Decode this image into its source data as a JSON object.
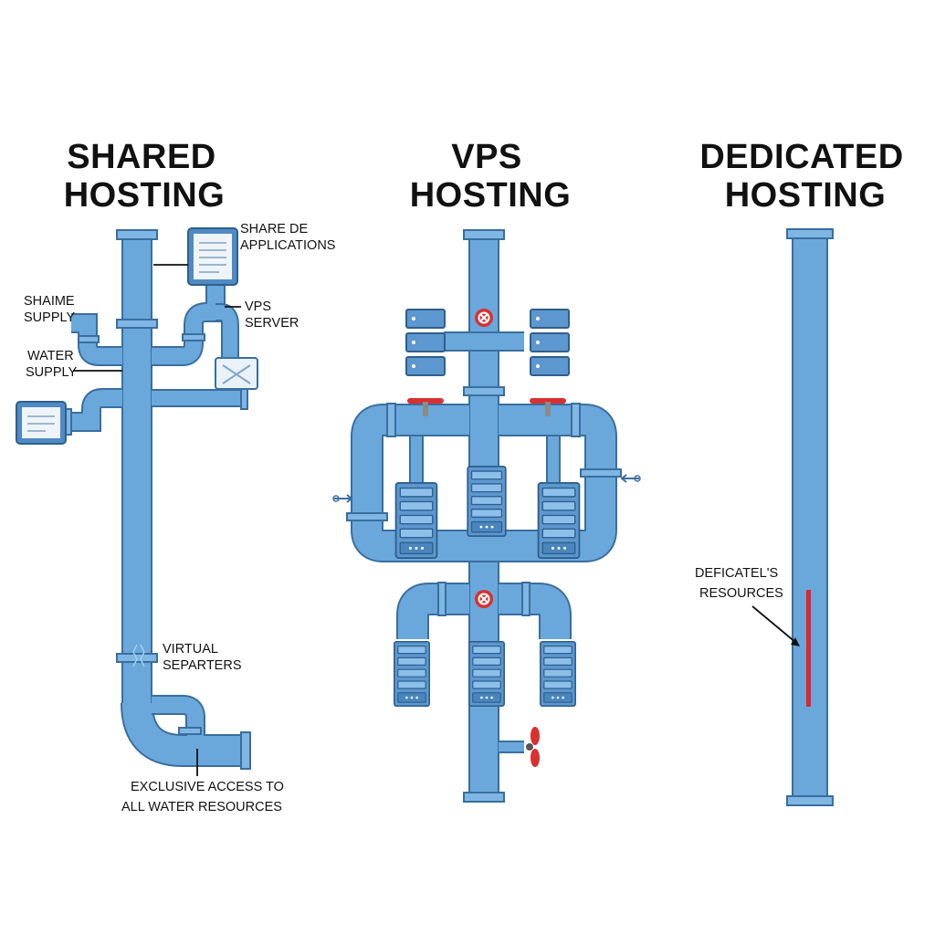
{
  "columns": [
    {
      "title_lines": [
        "SHARED",
        "HOSTING"
      ],
      "labels": {
        "share_apps": [
          "SHARE DE",
          "APPLICATIONS"
        ],
        "shaime_supply": [
          "SHAIME",
          "SUPPLY"
        ],
        "vps_server": [
          "VPS",
          "SERVER"
        ],
        "water_supply": [
          "WATER",
          "SUPPLY"
        ],
        "virtual_separters": [
          "VIRTUAL",
          "SEPARTERS"
        ],
        "exclusive_access": [
          "EXCLUSIVE ACCESS TO",
          "ALL WATER RESOURCES"
        ]
      }
    },
    {
      "title_lines": [
        "VPS",
        "HOSTING"
      ]
    },
    {
      "title_lines": [
        "DEDICATED",
        "HOSTING"
      ],
      "labels": {
        "resources": [
          "DEFICATEL'S",
          "RESOURCES"
        ]
      }
    }
  ],
  "colors": {
    "pipe": "#6aa8dc",
    "pipe_outline": "#3a6e9e",
    "valve": "#d93030",
    "text": "#111111"
  }
}
